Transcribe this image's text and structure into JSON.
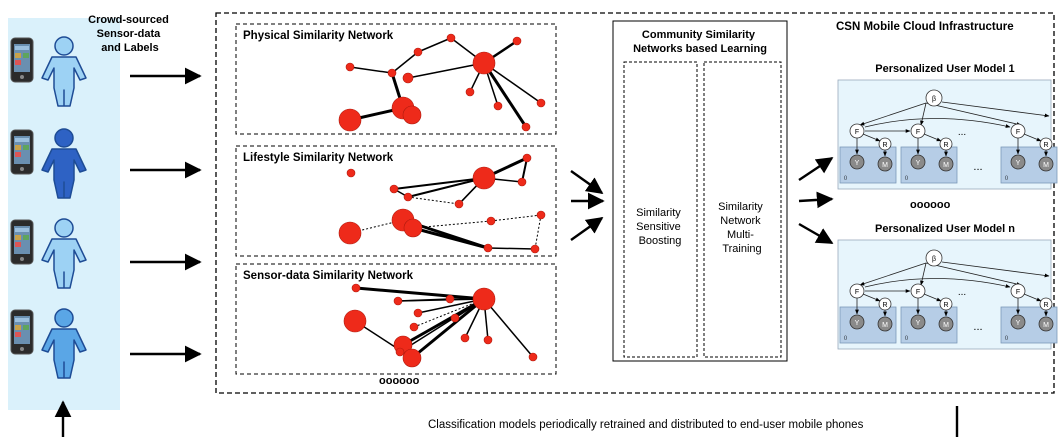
{
  "input_label": [
    "Crowd-sourced",
    "Sensor-data",
    "and Labels"
  ],
  "infrastructure_title": "CSN Mobile Cloud Infrastructure",
  "networks": [
    {
      "title": "Physical Similarity Network"
    },
    {
      "title": "Lifestyle Similarity Network"
    },
    {
      "title": "Sensor-data Similarity Network"
    }
  ],
  "networks_more": "oooooo",
  "learning": {
    "title": [
      "Community Similarity",
      "Networks based Learning"
    ],
    "left_box": [
      "Similarity",
      "Sensitive",
      "Boosting"
    ],
    "right_box": [
      "Similarity",
      "Network",
      "Multi-",
      "Training"
    ]
  },
  "models": [
    {
      "title": "Personalized User Model 1"
    },
    {
      "title": "Personalized User Model n"
    }
  ],
  "models_more": "oooooo",
  "model_graph": {
    "beta": "β",
    "ellipsis": "...",
    "f_nodes": [
      "F",
      "F",
      "F"
    ],
    "r_node": "R",
    "y_node": "Y",
    "m_node": "M"
  },
  "footer": "Classification models periodically retrained and distributed to end-user mobile phones",
  "colors": {
    "user_panel": "#daf1fb",
    "person_light": "#9dd2f4",
    "person_dark": "#2e62c4",
    "person_mid": "#5aa6e6",
    "node_red": "#ee2a1a",
    "model_bg": "#e7f5fc",
    "obs_bg": "#b6cde6"
  }
}
